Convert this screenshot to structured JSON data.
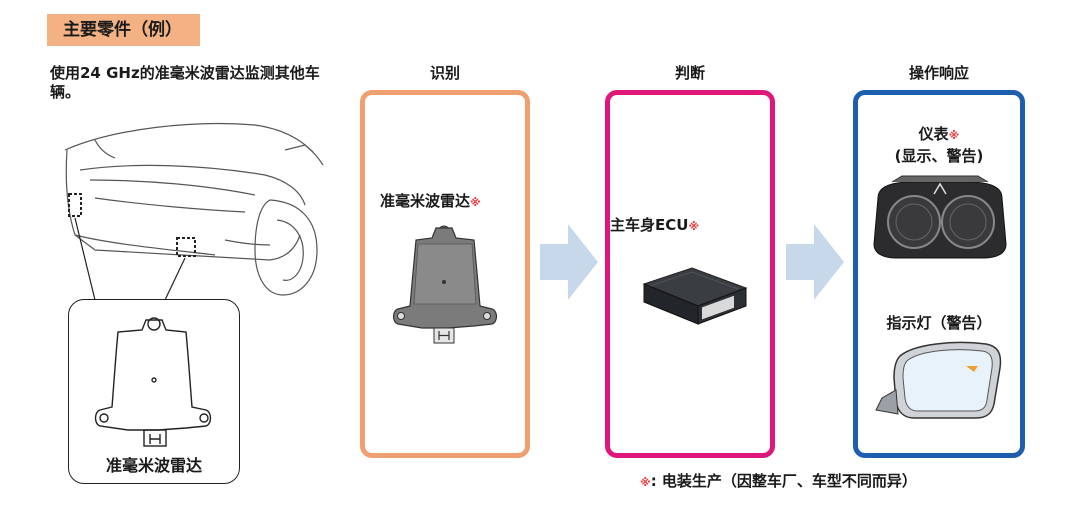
{
  "header": {
    "tag": "主要零件（例）"
  },
  "intro_text": "使用24 GHz的准毫米波雷达监测其他车辆。",
  "car_detail_label": "准毫米波雷达",
  "columns": [
    {
      "title": "识别",
      "label": "准毫米波雷达",
      "mark": "※"
    },
    {
      "title": "判断",
      "label": "主车身ECU",
      "mark": "※"
    },
    {
      "title": "操作响应"
    }
  ],
  "outputs": {
    "meter": {
      "line1": "仪表",
      "mark": "※",
      "line2": "(显示、警告)"
    },
    "indicator": {
      "label": "指示灯（警告）"
    }
  },
  "footnote": {
    "mark": "※",
    "text": ": 电装生产（因整车厂、车型不同而异）"
  },
  "colors": {
    "orange": "#f0a070",
    "magenta": "#e0177a",
    "blue": "#1d5fae",
    "arrow": "#c7d8ea",
    "tag_bg": "#f4b183"
  }
}
